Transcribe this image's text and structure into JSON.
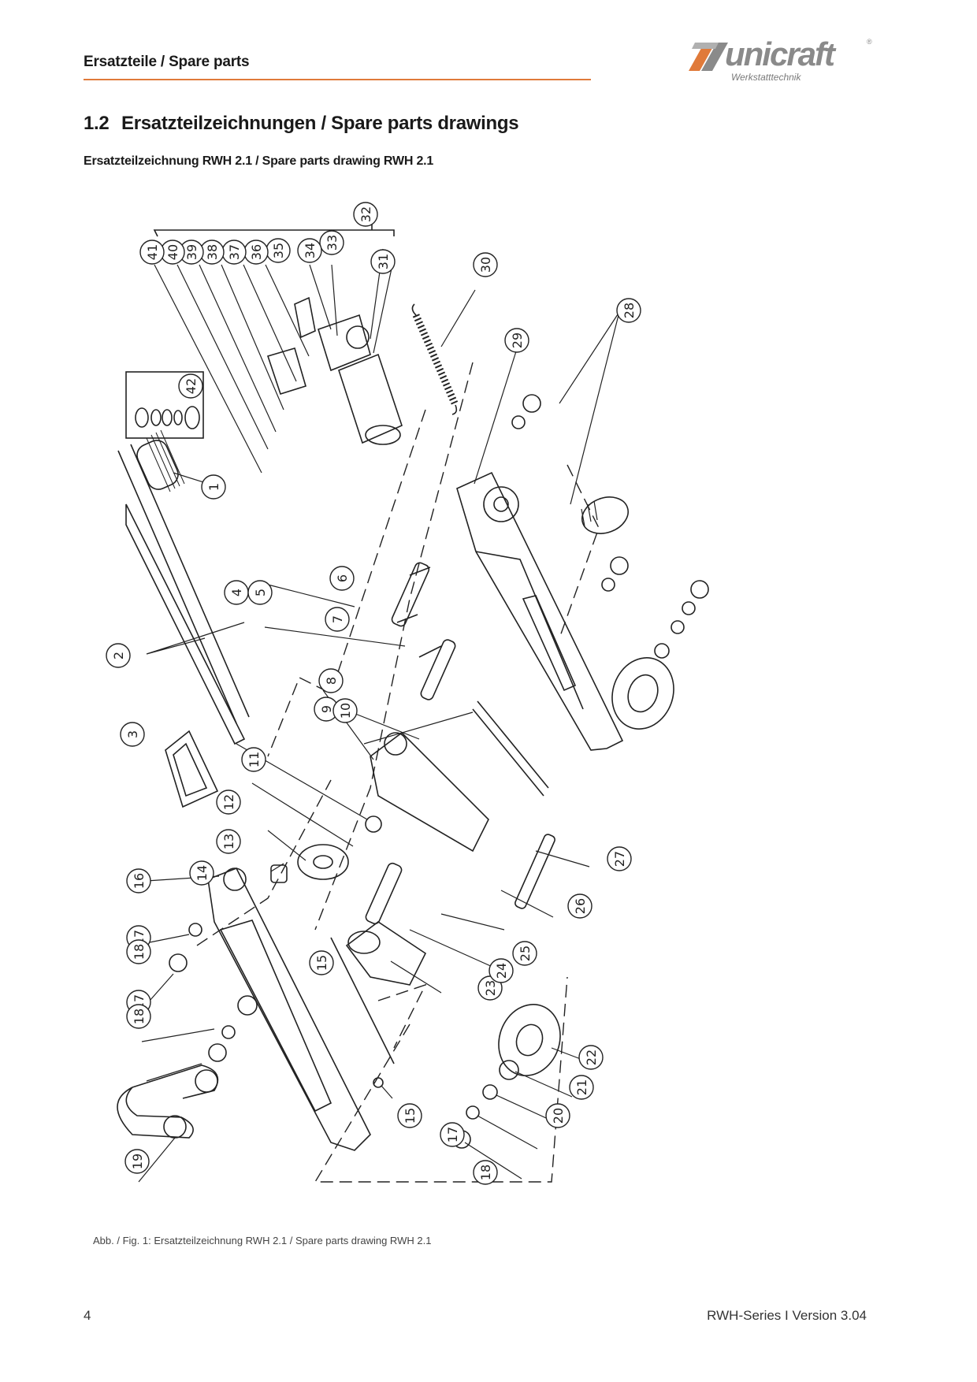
{
  "header": {
    "section_label": "Ersatzteile / Spare parts",
    "logo_text": "unicraft",
    "logo_tagline": "Werkstatttechnik",
    "logo_registered": "®",
    "accent_color": "#e07a3a",
    "logo_color": "#8a8a8a"
  },
  "title": {
    "number": "1.2",
    "text": "Ersatzteilzeichnungen  / Spare parts drawings"
  },
  "subtitle": "Ersatzteilzeichnung RWH 2.1 / Spare parts drawing RWH 2.1",
  "drawing": {
    "part_labels": [
      "1",
      "2",
      "3",
      "4",
      "5",
      "6",
      "7",
      "8",
      "9",
      "10",
      "11",
      "12",
      "13",
      "14",
      "15",
      "15",
      "16",
      "17",
      "17",
      "17",
      "18",
      "18",
      "18",
      "19",
      "20",
      "21",
      "22",
      "23",
      "24",
      "25",
      "26",
      "27",
      "28",
      "29",
      "30",
      "31",
      "32",
      "33",
      "34",
      "35",
      "36",
      "37",
      "38",
      "39",
      "40",
      "41",
      "42"
    ]
  },
  "caption": "Abb. / Fig. 1: Ersatzteilzeichnung RWH 2.1 / Spare parts drawing RWH 2.1",
  "footer": {
    "page_number": "4",
    "version": "RWH-Series I Version 3.04"
  }
}
